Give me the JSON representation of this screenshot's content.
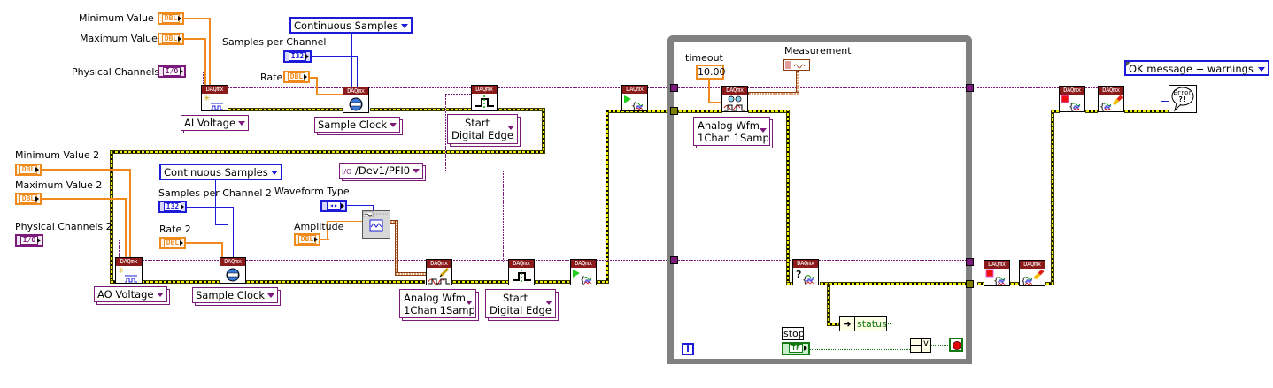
{
  "diagram": {
    "type": "LabVIEW block diagram",
    "ai_task": {
      "controls": [
        {
          "label": "Minimum Value",
          "type": "DBL"
        },
        {
          "label": "Maximum Value",
          "type": "DBL"
        },
        {
          "label": "Physical Channels",
          "type": "I/O"
        },
        {
          "label": "Samples per Channel",
          "type": "I32"
        },
        {
          "label": "Rate",
          "type": "DBL"
        }
      ],
      "sample_mode": "Continuous Samples",
      "create_channel_selector": "AI Voltage",
      "timing_selector": "Sample Clock",
      "trigger_selector": [
        "Start",
        "Digital Edge"
      ],
      "trigger_source": "/Dev1/PFI0",
      "trigger_source_prefix": "I/O"
    },
    "ao_task": {
      "controls": [
        {
          "label": "Minimum Value 2",
          "type": "DBL"
        },
        {
          "label": "Maximum Value 2",
          "type": "DBL"
        },
        {
          "label": "Physical Channels 2",
          "type": "I/O"
        },
        {
          "label": "Samples per Channel 2",
          "type": "I32"
        },
        {
          "label": "Rate 2",
          "type": "DBL"
        },
        {
          "label": "Waveform Type",
          "type": "enum"
        },
        {
          "label": "Amplitude",
          "type": "DBL"
        }
      ],
      "sample_mode": "Continuous Samples",
      "create_channel_selector": "AO Voltage",
      "timing_selector": "Sample Clock",
      "write_selector": [
        "Analog Wfm",
        "1Chan 1Samp"
      ],
      "trigger_selector": [
        "Start",
        "Digital Edge"
      ]
    },
    "loop": {
      "timeout_label": "timeout",
      "timeout_value": "10.00",
      "measurement_label": "Measurement",
      "read_selector": [
        "Analog Wfm",
        "1Chan 1Samp"
      ],
      "status_label": "status",
      "stop_label": "stop",
      "stop_type": "TF",
      "or_symbol": "v",
      "iteration_symbol": "i"
    },
    "error_handler": {
      "dialog_option": "OK message + warnings",
      "icon_text": [
        "Error",
        "?!"
      ]
    },
    "vi_header": "DAQmx",
    "colors": {
      "dbl": "#f08a1c",
      "i32": "#1c1cd8",
      "io": "#7b1a7b",
      "bool": "#137a13",
      "error": "#f2f200",
      "waveform": "#8b3a10",
      "vi_header": "#8b1a1a",
      "loop": "#808080"
    }
  }
}
